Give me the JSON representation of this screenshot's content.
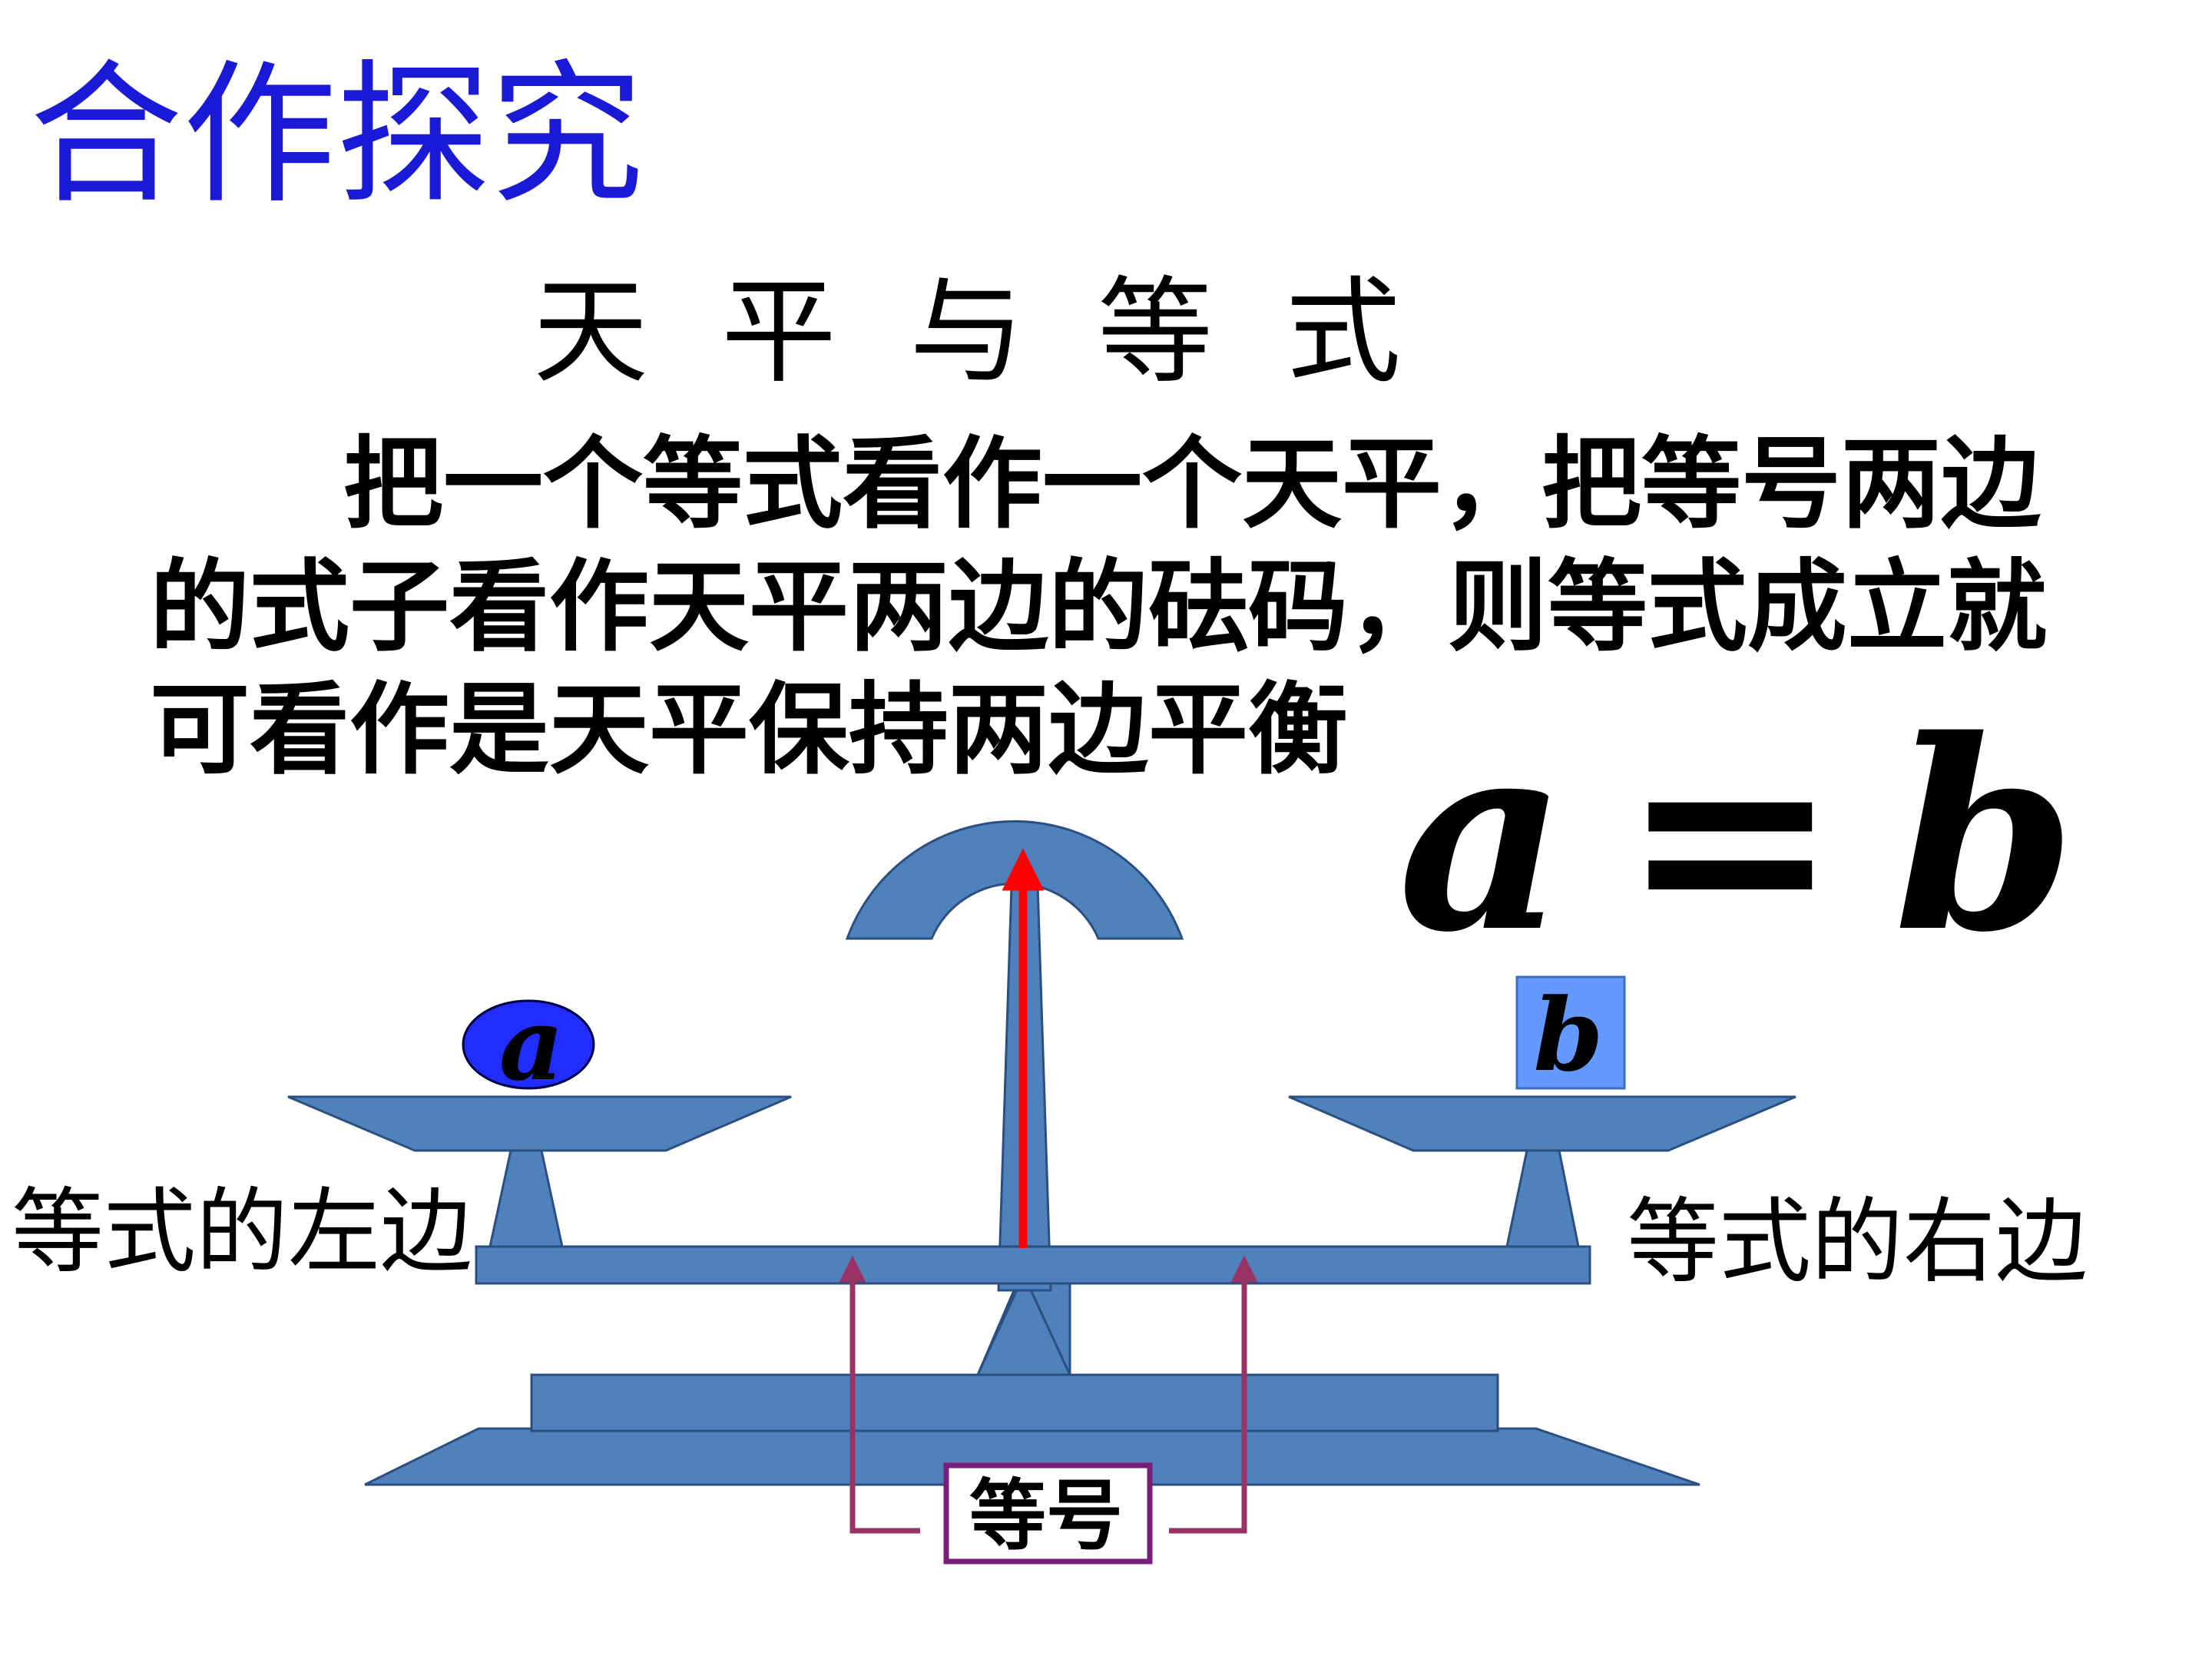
{
  "header": {
    "title": "合作探究",
    "subtitle": "天平与等式"
  },
  "paragraph": {
    "lines": [
      "把一个等式看作一个天平，把等号两边",
      "的式子看作天平两边的砝码，则等式成立就",
      "可看作是天平保持两边平衡"
    ]
  },
  "equation": {
    "left": "a",
    "sign": "=",
    "right": "b"
  },
  "diagram": {
    "left_weight": "a",
    "right_weight": "b",
    "left_label": "等式的左边",
    "right_label": "等式的右边",
    "center_label": "等号"
  },
  "colors": {
    "title": "#1a1ad6",
    "balance_fill": "#4f81bd",
    "balance_stroke": "#2b4f80",
    "weight_a_fill": "#1f2dff",
    "weight_b_fill": "#6699ff",
    "pointer_arrow": "#ff0000",
    "bracket_arrows": "#993366",
    "center_box_border": "#7a1c7a"
  }
}
